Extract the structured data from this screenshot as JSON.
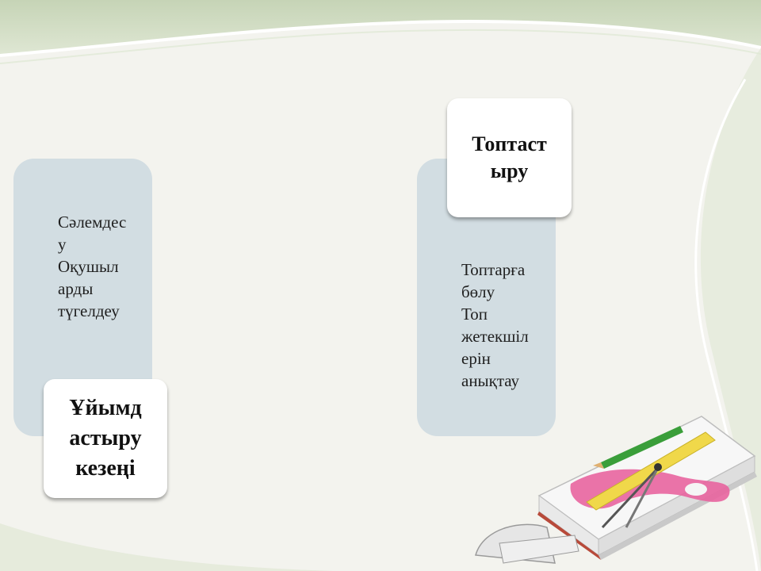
{
  "slide": {
    "left_card": {
      "title": "Ұйымд\nастыру\nкезеңі",
      "body": "Сәлемдес\nу\nОқушыл\nарды\nтүгелдеу"
    },
    "right_card": {
      "title": "Топтаст\nыру",
      "body": "Топтарға\nбөлу\nТоп\nжетекшіл\nерін\nанықтау"
    },
    "colors": {
      "background": "#f2f2ec",
      "frame_green": "#cdd9bd",
      "card": "#d2dde2",
      "label": "#ffffff"
    },
    "decoration_icon": "school-supplies-icon"
  }
}
